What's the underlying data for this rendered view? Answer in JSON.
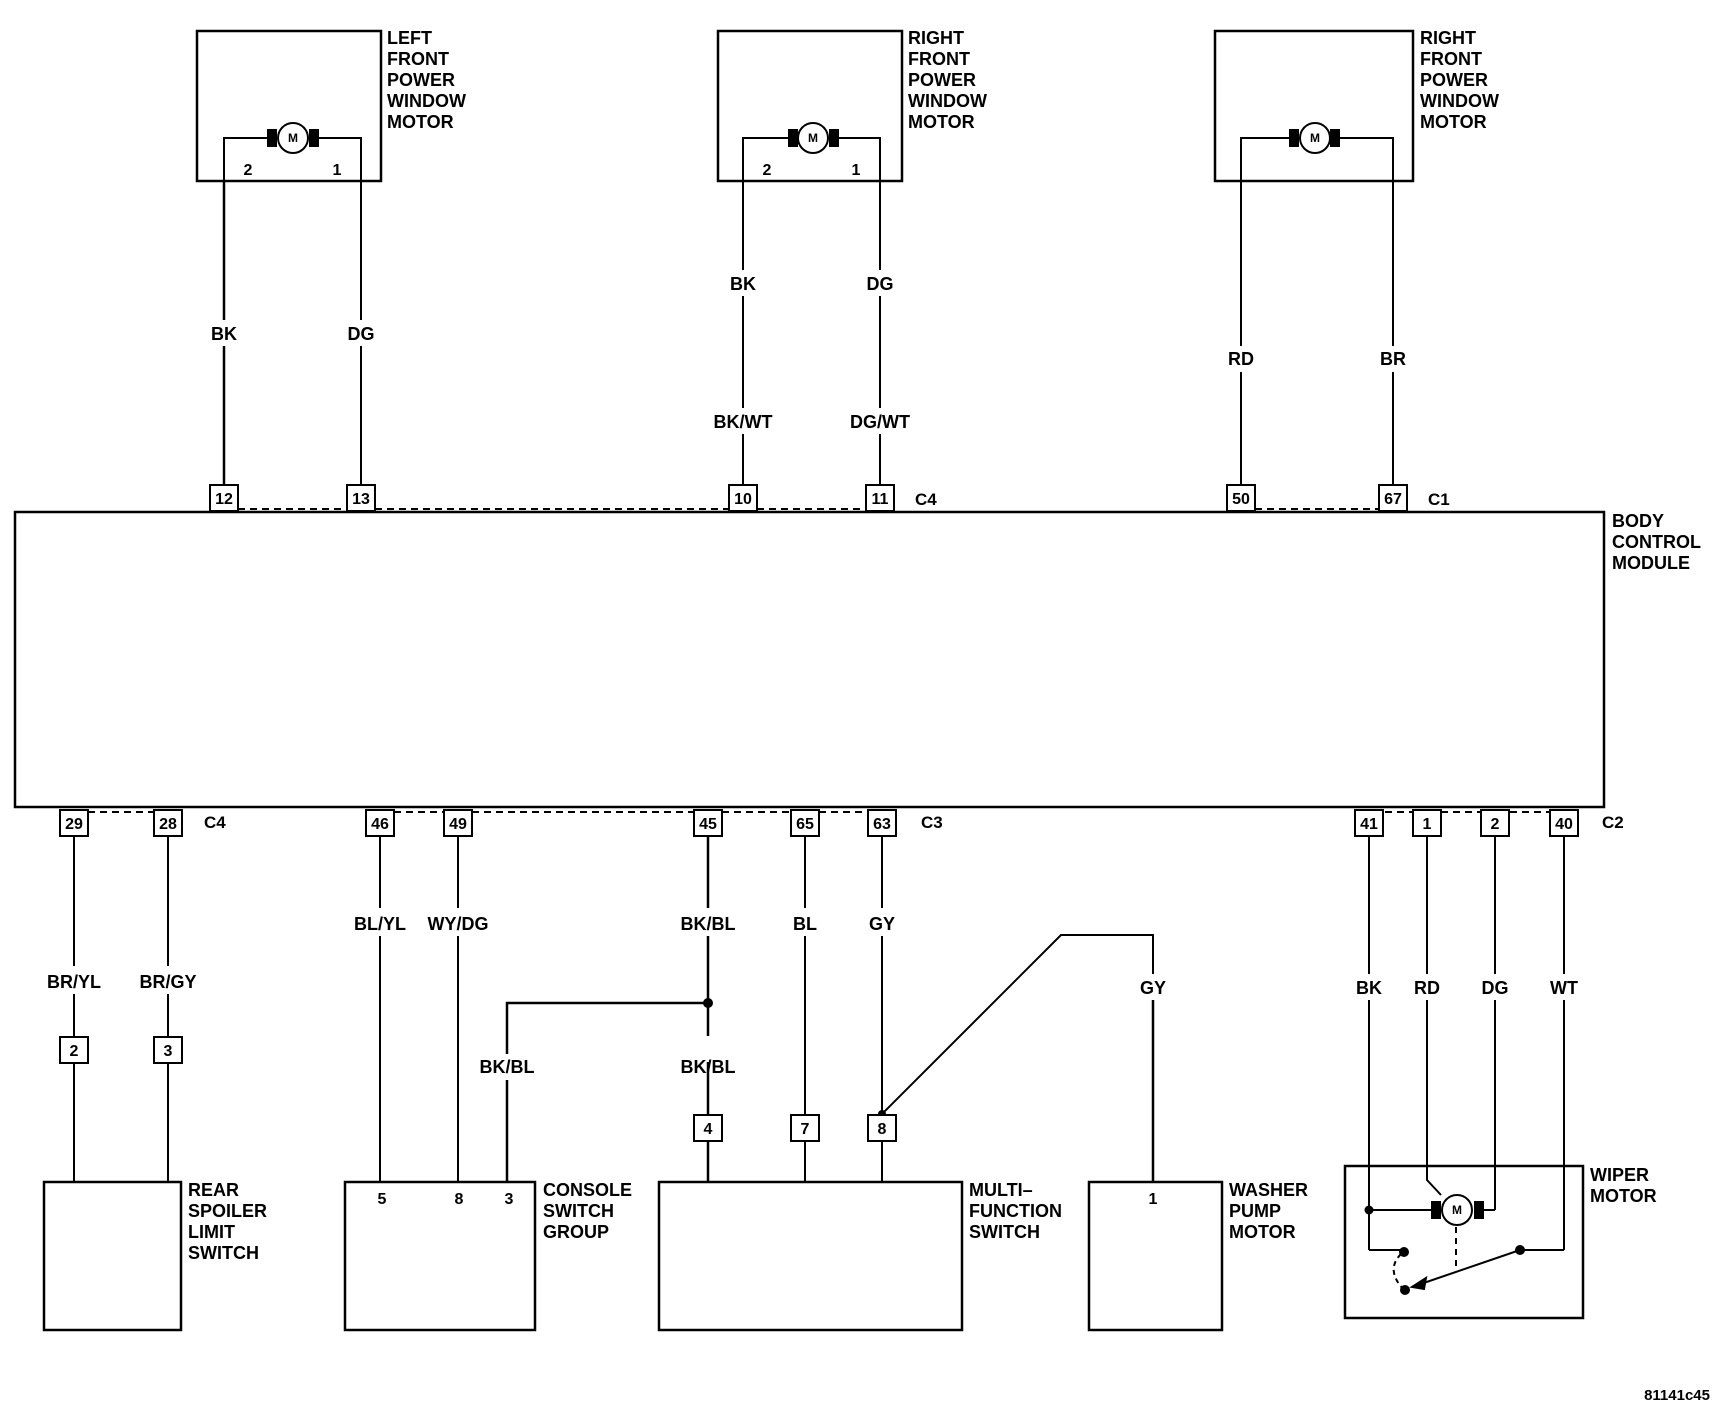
{
  "components": {
    "left_front_window_motor": {
      "lines": [
        "LEFT",
        "FRONT",
        "POWER",
        "WINDOW",
        "MOTOR"
      ],
      "pins": [
        "2",
        "1"
      ],
      "motor_symbol": "M"
    },
    "right_front_window_motor_1": {
      "lines": [
        "RIGHT",
        "FRONT",
        "POWER",
        "WINDOW",
        "MOTOR"
      ],
      "pins": [
        "2",
        "1"
      ],
      "motor_symbol": "M"
    },
    "right_front_window_motor_2": {
      "lines": [
        "RIGHT",
        "FRONT",
        "POWER",
        "WINDOW",
        "MOTOR"
      ],
      "motor_symbol": "M"
    },
    "body_control_module": {
      "lines": [
        "BODY",
        "CONTROL",
        "MODULE"
      ]
    },
    "rear_spoiler_limit_switch": {
      "lines": [
        "REAR",
        "SPOILER",
        "LIMIT",
        "SWITCH"
      ]
    },
    "console_switch_group": {
      "lines": [
        "CONSOLE",
        "SWITCH",
        "GROUP"
      ],
      "pins": [
        "5",
        "8",
        "3"
      ]
    },
    "multifunction_switch": {
      "lines": [
        "MULTI–",
        "FUNCTION",
        "SWITCH"
      ]
    },
    "washer_pump_motor": {
      "lines": [
        "WASHER",
        "PUMP",
        "MOTOR"
      ],
      "pins": [
        "1"
      ]
    },
    "wiper_motor": {
      "lines": [
        "WIPER",
        "MOTOR"
      ],
      "motor_symbol": "M"
    }
  },
  "connectors": {
    "top_left": "C4",
    "top_right": "C1",
    "bottom_left": "C4",
    "bottom_middle": "C3",
    "bottom_right": "C2"
  },
  "bcm_pins": {
    "top": [
      "12",
      "13",
      "10",
      "11",
      "50",
      "67"
    ],
    "bottom": [
      "29",
      "28",
      "46",
      "49",
      "45",
      "65",
      "63",
      "41",
      "1",
      "2",
      "40"
    ]
  },
  "inline_pins": {
    "spoiler": [
      "2",
      "3"
    ],
    "multifunction": [
      "4",
      "7",
      "8"
    ]
  },
  "wire_colors": {
    "lf_w1": "BK",
    "lf_w2": "DG",
    "rf_upper_1": "BK",
    "rf_upper_2": "DG",
    "rf_lower_1": "BK/WT",
    "rf_lower_2": "DG/WT",
    "rf2_w1": "RD",
    "rf2_w2": "BR",
    "spoiler_1": "BR/YL",
    "spoiler_2": "BR/GY",
    "console_5": "BL/YL",
    "console_8": "WY/DG",
    "console_3": "BK/BL",
    "mf_45_upper": "BK/BL",
    "mf_45_lower": "BK/BL",
    "mf_65": "BL",
    "mf_63": "GY",
    "washer": "GY",
    "wiper_1": "BK",
    "wiper_2": "RD",
    "wiper_3": "DG",
    "wiper_4": "WT"
  },
  "figure_id": "81141c45"
}
